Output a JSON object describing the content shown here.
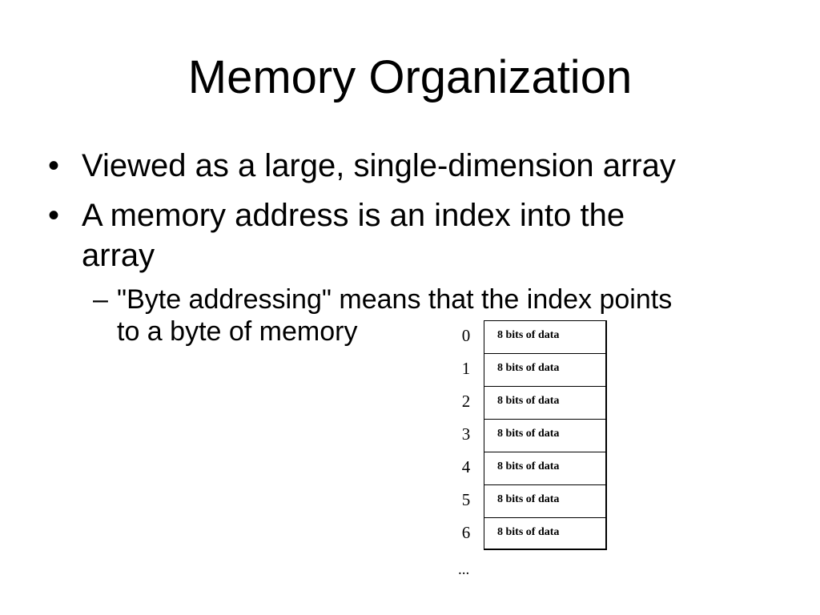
{
  "slide": {
    "title": "Memory Organization",
    "bullets": [
      {
        "mark": "•",
        "text_lines": [
          "Viewed as a large, single-dimension array"
        ]
      },
      {
        "mark": "•",
        "text_lines": [
          "A memory address is an index into the",
          "array"
        ]
      }
    ],
    "sub_bullet": {
      "mark": "–",
      "text_lines": [
        "\"Byte addressing\" means that the index points",
        "to a byte of memory"
      ]
    }
  },
  "memory_diagram": {
    "addresses": [
      "0",
      "1",
      "2",
      "3",
      "4",
      "5",
      "6"
    ],
    "cell_label": "8 bits of data",
    "ellipsis": "..."
  }
}
